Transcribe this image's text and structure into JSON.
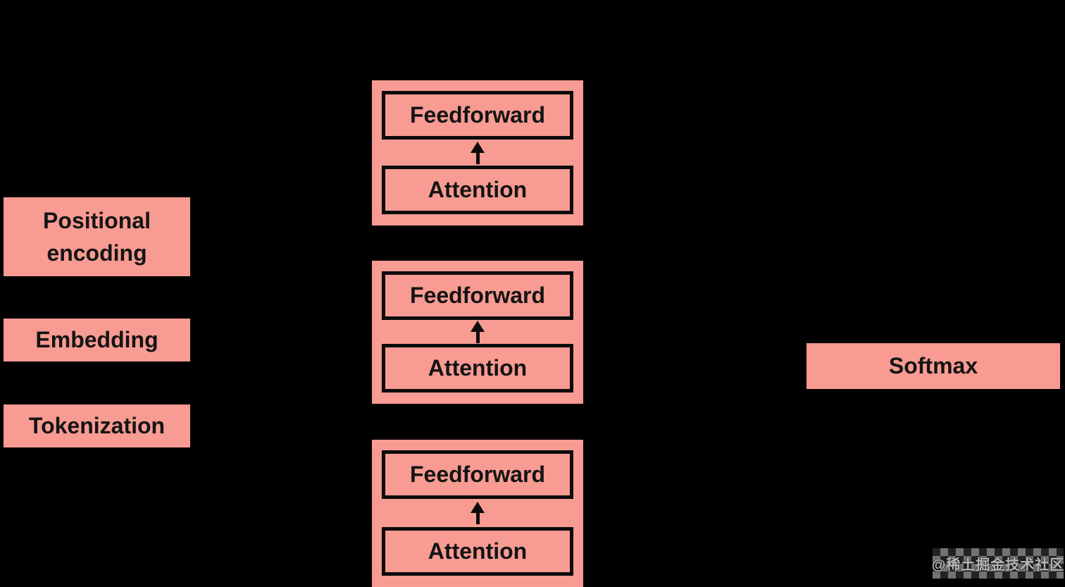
{
  "diagram": {
    "background_color": "#000000",
    "box_fill_color": "#F89B92",
    "box_text_color": "#141414",
    "left_column": {
      "positional_encoding_label": "Positional encoding",
      "embedding_label": "Embedding",
      "tokenization_label": "Tokenization"
    },
    "transformer_blocks": [
      {
        "top_label": "Feedforward",
        "bottom_label": "Attention"
      },
      {
        "top_label": "Feedforward",
        "bottom_label": "Attention"
      },
      {
        "top_label": "Feedforward",
        "bottom_label": "Attention"
      }
    ],
    "output_box": {
      "label": "Softmax"
    },
    "watermark": {
      "text": "@稀土掘金技术社区"
    }
  }
}
